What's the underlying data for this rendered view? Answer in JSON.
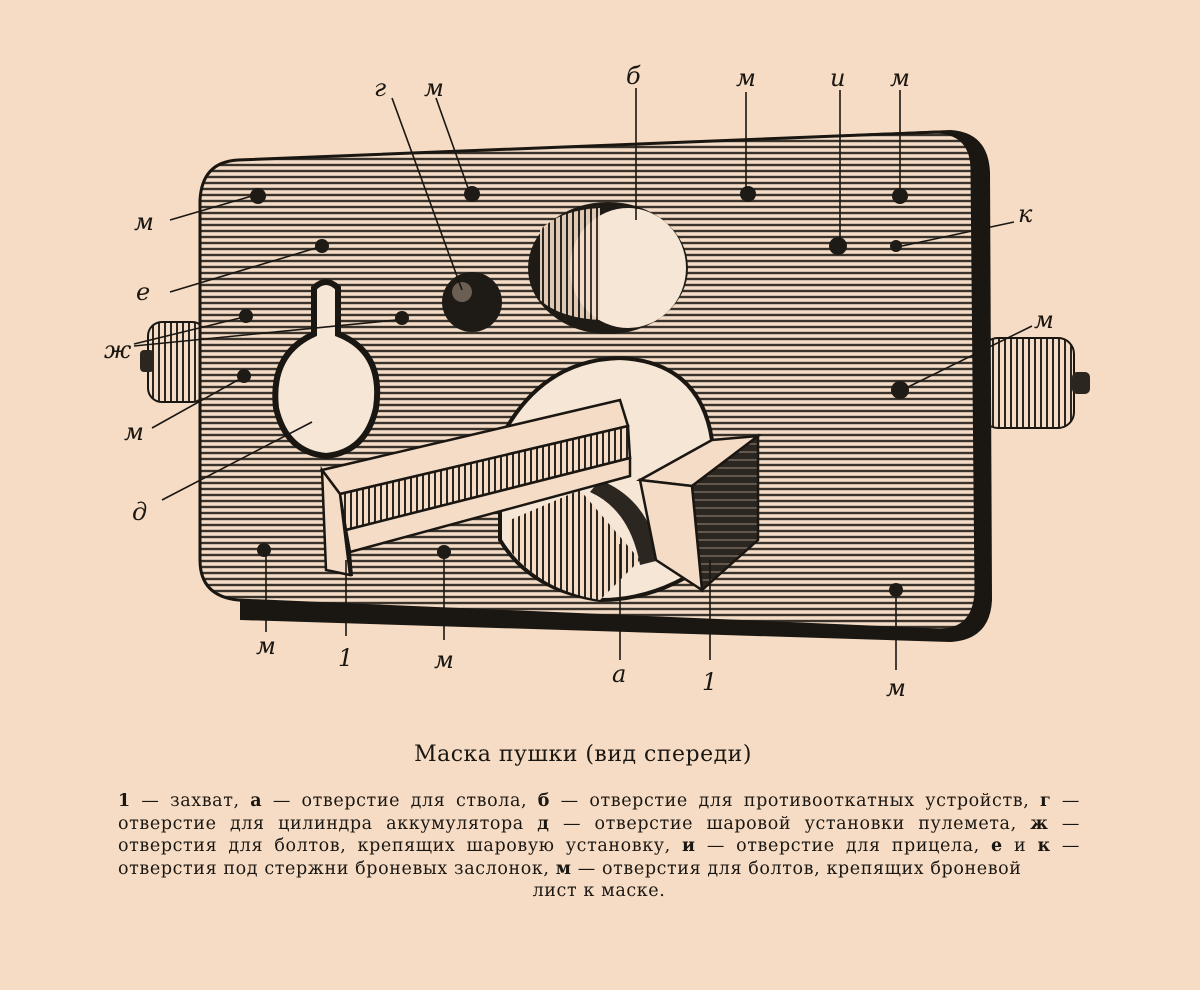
{
  "figure": {
    "labels": {
      "g": "г",
      "b": "б",
      "i": "и",
      "m": "м",
      "k": "к",
      "e": "е",
      "zh": "ж",
      "d": "д",
      "a": "а",
      "one": "1"
    }
  },
  "caption": {
    "title": "Маска пушки (вид спереди)",
    "parts": [
      {
        "key": "1",
        "text": " — захват, "
      },
      {
        "key": "а",
        "text": " — отверстие для ствола, "
      },
      {
        "key": "б",
        "text": " — отверстие для противооткатных устройств, "
      },
      {
        "key": "г",
        "text": " — отверстие для цилиндра аккумулятора "
      },
      {
        "key": "д",
        "text": " — отверстие шаровой установки пулемета, "
      },
      {
        "key": "ж",
        "text": " — отверстия для болтов, крепящих шаровую установку, "
      },
      {
        "key": "и",
        "text": " — отверстие для прицела, "
      },
      {
        "key": "е",
        "text": " и "
      },
      {
        "key": "к",
        "text": " — отверстия под стержни броневых заслонок, "
      },
      {
        "key": "м",
        "text": " — отверстия для болтов, крепящих броневой"
      }
    ],
    "last_line": "лист к маске."
  }
}
